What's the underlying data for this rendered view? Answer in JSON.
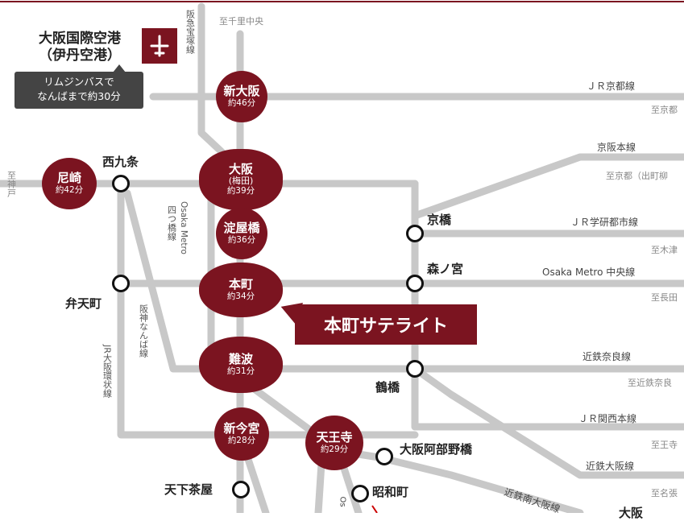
{
  "airport": {
    "name_line1": "大阪国際空港",
    "name_line2": "（伊丹空港）",
    "bus_line1": "リムジンバスで",
    "bus_line2": "なんばまで約30分"
  },
  "top_label": "至千里中央",
  "lines": {
    "hankyu_takarazuka": "阪急宝塚線",
    "osaka_metro_yotsubashi_a": "四つ橋線",
    "osaka_metro_yotsubashi_b": "Osaka Metro",
    "hanshin_namba": "阪神なんば線",
    "jr_loop": "JR大阪環状線",
    "jr_kyoto": "ＪＲ京都線",
    "keihan": "京阪本線",
    "jr_gakkentoshi": "ＪＲ学研都市線",
    "osaka_metro_chuo": "Osaka Metro 中央線",
    "kintetsu_nara": "近鉄奈良線",
    "jr_kansai": "ＪＲ関西本線",
    "kintetsu_osaka": "近鉄大阪線",
    "kintetsu_minami_osaka": "近鉄南大阪線"
  },
  "destinations": {
    "kyoto": "至京都",
    "kyoto_demachi": "至京都（出町柳",
    "kizu": "至木津",
    "nagata": "至長田",
    "kintetsu_nara": "至近鉄奈良",
    "oji": "至王寺",
    "nabari": "至名張",
    "kobe": "至神戸"
  },
  "stations": {
    "shin_osaka": {
      "name": "新大阪",
      "time": "約46分"
    },
    "osaka": {
      "name": "大阪",
      "sub": "(梅田)",
      "time": "約39分"
    },
    "amagasaki": {
      "name": "尼崎",
      "time": "約42分"
    },
    "yodoyabashi": {
      "name": "淀屋橋",
      "time": "約36分"
    },
    "honmachi": {
      "name": "本町",
      "time": "約34分"
    },
    "namba": {
      "name": "難波",
      "time": "約31分"
    },
    "shin_imamiya": {
      "name": "新今宮",
      "time": "約28分"
    },
    "tennoji": {
      "name": "天王寺",
      "time": "約29分"
    }
  },
  "nodes": {
    "nishikujo": "西九条",
    "kyobashi": "京橋",
    "morinomiya": "森ノ宮",
    "bentencho": "弁天町",
    "tsuruhashi": "鶴橋",
    "abenobashi": "大阪阿部野橋",
    "tengachaya": "天下茶屋",
    "showacho": "昭和町",
    "bottom_partial": "大阪",
    "os_partial": "Os"
  },
  "target": "本町サテライト",
  "colors": {
    "accent": "#7b1420",
    "track": "#c8c8c8",
    "node_border": "#111111"
  }
}
